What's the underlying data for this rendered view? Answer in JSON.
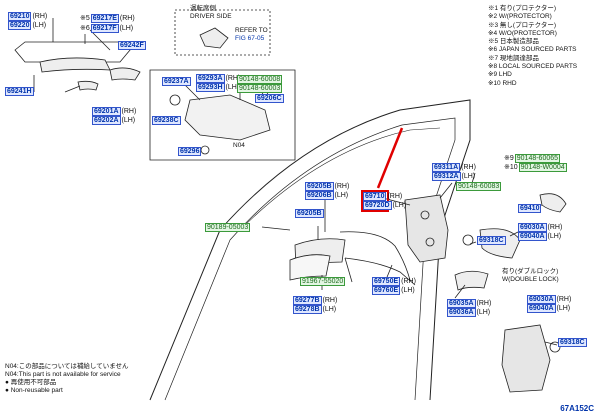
{
  "legend": [
    "※1 有り(プロテクター)",
    "※2 W/(PROTECTOR)",
    "※3 無し(プロテクター)",
    "※4 W/O(PROTECTOR)",
    "※5 日本製造部品",
    "※6 JAPAN SOURCED PARTS",
    "※7 現地調達部品",
    "※8 LOCAL SOURCED PARTS",
    "※9 LHD",
    "※10 RHD"
  ],
  "driver_side_jp": "運転席側",
  "driver_side_en": "DRIVER SIDE",
  "refer_label": "REFER TO",
  "fig_ref": "FIG 67-05",
  "n04_label": "N04",
  "upper_right_note_jp": "有り(ダブルロック)",
  "upper_right_note_en": "W(DOUBLE LOCK)",
  "footnote_jp": "N04:この部品については補給していません",
  "footnote_en": "N04:This part is not available for service",
  "reuse_jp": "● 再使用不可部品",
  "reuse_en": "● Non-reusable part",
  "figure_id": "67A152C",
  "colors": {
    "part_link": "#0033aa",
    "part_box_fill": "#dfe7ff",
    "local_part": "#1d6b1d",
    "highlight": "#e00000"
  },
  "parts": [
    {
      "code": "69210",
      "sfx": "(RH)"
    },
    {
      "code": "69220",
      "sfx": "(LH)"
    },
    {
      "mark": "※5",
      "code": "69217E",
      "sfx": "(RH)"
    },
    {
      "mark": "※6",
      "code": "69217F",
      "sfx": "(LH)"
    },
    {
      "code": "69242F",
      "sfx": ""
    },
    {
      "code": "69241H",
      "sfx": ""
    },
    {
      "code": "69237A",
      "sfx": ""
    },
    {
      "code": "69293A",
      "sfx": "(RH)"
    },
    {
      "code": "69293H",
      "sfx": "(LH)"
    },
    {
      "code": "90148-60008",
      "sfx": "",
      "green": true
    },
    {
      "code": "90148-60003",
      "sfx": "",
      "green": true
    },
    {
      "code": "69206C",
      "sfx": ""
    },
    {
      "code": "69201A",
      "sfx": "(RH)"
    },
    {
      "code": "69202A",
      "sfx": "(LH)"
    },
    {
      "code": "69238C",
      "sfx": ""
    },
    {
      "code": "69296",
      "sfx": ""
    },
    {
      "code": "69205B",
      "sfx": "(RH)"
    },
    {
      "code": "69206B",
      "sfx": "(LH)"
    },
    {
      "code": "69205B",
      "sfx": ""
    },
    {
      "code": "90189-05003",
      "sfx": "",
      "green": true
    },
    {
      "code": "69710",
      "sfx": "(RH)"
    },
    {
      "code": "69720D",
      "sfx": "(LH)"
    },
    {
      "code": "91967-55020",
      "sfx": "",
      "green": true
    },
    {
      "code": "69750E",
      "sfx": "(RH)"
    },
    {
      "code": "69760E",
      "sfx": "(LH)"
    },
    {
      "code": "69277B",
      "sfx": "(RH)"
    },
    {
      "code": "69278B",
      "sfx": "(LH)"
    },
    {
      "code": "69311A",
      "sfx": "(RH)"
    },
    {
      "code": "69312A",
      "sfx": "(LH)"
    },
    {
      "code": "90148-60083",
      "sfx": "",
      "green": true
    },
    {
      "mark": "※9",
      "code": "90148-60065",
      "sfx": "",
      "green": true
    },
    {
      "mark": "※10",
      "code": "90148-W0004",
      "sfx": "",
      "green": true
    },
    {
      "code": "69410",
      "sfx": ""
    },
    {
      "code": "69030A",
      "sfx": "(RH)"
    },
    {
      "code": "69040A",
      "sfx": "(LH)"
    },
    {
      "code": "69318C",
      "sfx": ""
    },
    {
      "code": "69035A",
      "sfx": "(RH)"
    },
    {
      "code": "69036A",
      "sfx": "(LH)"
    },
    {
      "code": "69030A",
      "sfx": "(RH)"
    },
    {
      "code": "69040A",
      "sfx": "(LH)"
    },
    {
      "code": "69318C",
      "sfx": ""
    }
  ]
}
